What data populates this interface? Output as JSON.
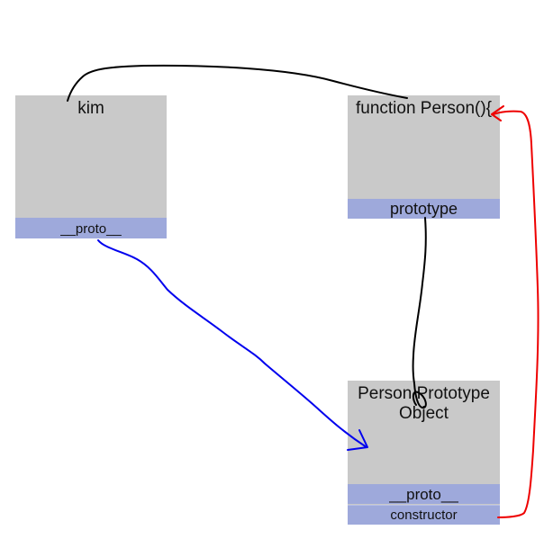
{
  "objects": {
    "kim": {
      "title": "kim",
      "proto_slot": "__proto__"
    },
    "person_function": {
      "title": "function Person(){",
      "prototype_slot": "prototype"
    },
    "person_prototype_object": {
      "title": "Person Prototype\nObject",
      "proto_slot": "__proto__",
      "constructor_slot": "constructor"
    }
  },
  "links": [
    {
      "from": "kim",
      "to": "function Person(){",
      "color": "#000000"
    },
    {
      "from": "prototype",
      "to": "Person Prototype Object",
      "color": "#000000"
    },
    {
      "from": "__proto__ (kim)",
      "to": "Person Prototype Object",
      "color": "#0000ee"
    },
    {
      "from": "constructor",
      "to": "function Person(){",
      "color": "#ee0000"
    }
  ]
}
